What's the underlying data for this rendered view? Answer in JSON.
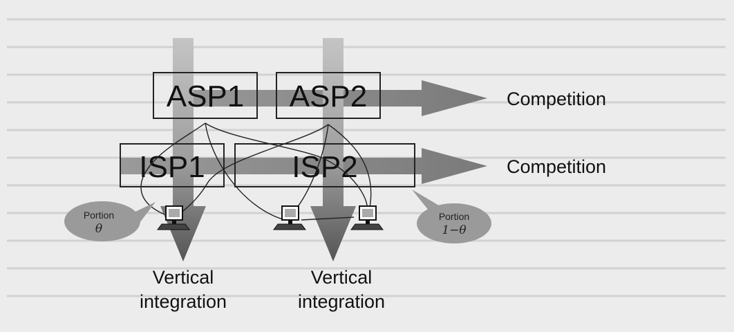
{
  "nodes": {
    "asp1": "ASP1",
    "asp2": "ASP2",
    "isp1": "ISP1",
    "isp2": "ISP2"
  },
  "horizontal_labels": {
    "top": "Competition",
    "bottom": "Competition"
  },
  "vertical_labels": {
    "left": [
      "Vertical",
      "integration"
    ],
    "right": [
      "Vertical",
      "integration"
    ]
  },
  "bubbles": {
    "left": {
      "word": "Portion",
      "symbol": "θ"
    },
    "right": {
      "word": "Portion",
      "symbol": "1−θ"
    }
  },
  "icons": [
    "computer-icon",
    "computer-icon",
    "computer-icon"
  ],
  "colors": {
    "background": "#ececec",
    "arrow_fill": "#8c8c8c",
    "vertical_shaft": "#b5b5b5",
    "bubble_fill": "#9a9a9a",
    "text": "#111111"
  }
}
